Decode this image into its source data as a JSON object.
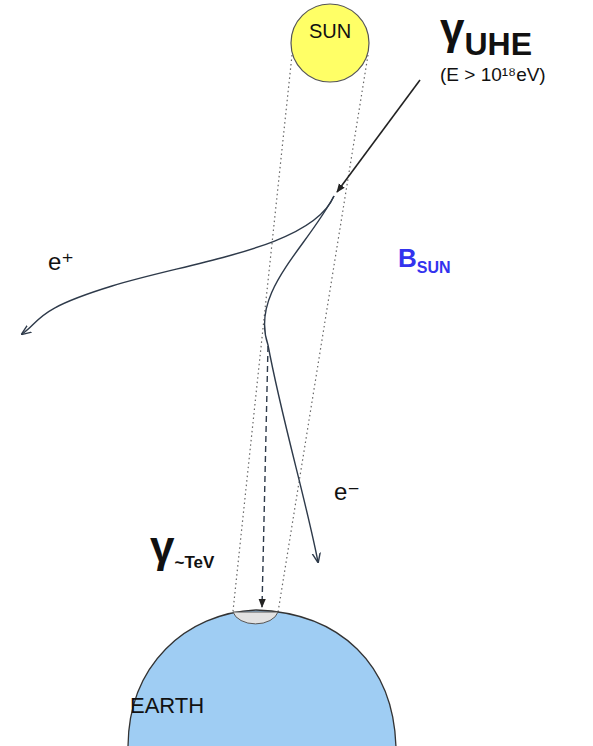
{
  "diagram": {
    "nodes": [
      {
        "text": [
          "SUN"
        ]
      },
      {
        "text": [
          "EARTH"
        ]
      }
    ],
    "edges": [
      {
        "from": 0,
        "to": 1,
        "arrow": "none"
      },
      {
        "from": 0,
        "to": 1,
        "arrow": "none"
      }
    ],
    "labels": [
      "γUHE",
      "(E > 10¹⁸eV)",
      "BSUN",
      "e⁺",
      "e⁻",
      "γ~TeV"
    ]
  }
}
